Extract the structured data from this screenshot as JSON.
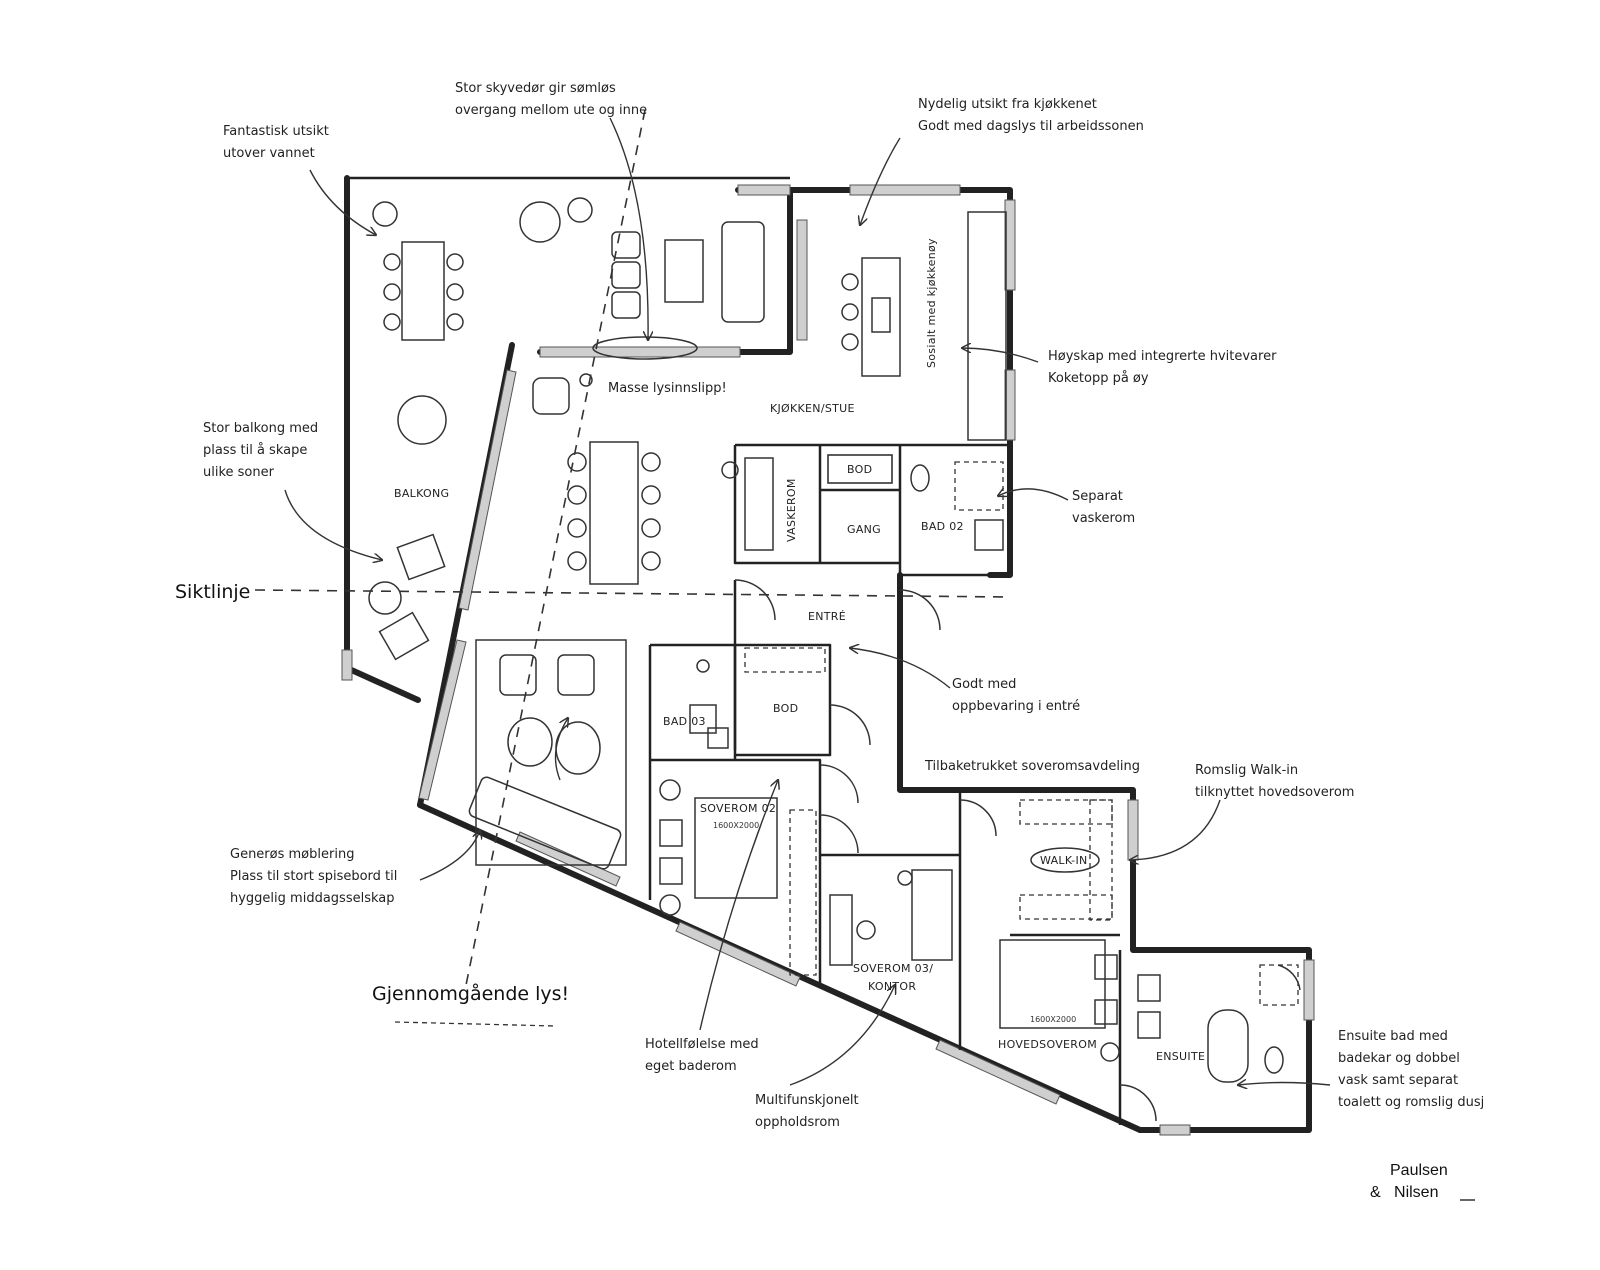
{
  "notes": {
    "fantastisk": [
      "Fantastisk utsikt",
      "utover vannet"
    ],
    "skyvedor": [
      "Stor skyvedør gir sømløs",
      "overgang mellom ute og inne"
    ],
    "nydelig": [
      "Nydelig utsikt fra kjøkkenet",
      "Godt med dagslys til arbeidssonen"
    ],
    "hoyskap": [
      "Høyskap med integrerte hvitevarer",
      "Koketopp på øy"
    ],
    "balkong": [
      "Stor balkong med",
      "plass til å skape",
      "ulike soner"
    ],
    "lysinnslipp": "Masse lysinnslipp!",
    "vaskerom": [
      "Separat",
      "vaskerom"
    ],
    "oppbevaring": [
      "Godt med",
      "oppbevaring i entré"
    ],
    "soveromsavdeling": "Tilbaketrukket soveromsavdeling",
    "walkin": [
      "Romslig Walk-in",
      "tilknyttet hovedsoverom"
    ],
    "moblering": [
      "Generøs møblering",
      "Plass til stort spisebord til",
      "hyggelig middagsselskap"
    ],
    "hotell": [
      "Hotellfølelse med",
      "eget baderom"
    ],
    "multi": [
      "Multifunskjonelt",
      "oppholdsrom"
    ],
    "ensuite": [
      "Ensuite bad med",
      "badekar og dobbel",
      "vask samt separat",
      "toalett og romslig dusj"
    ]
  },
  "labels": {
    "siktlinje": "Siktlinje",
    "gjennomgaende": "Gjennomgående lys!",
    "balkong": "BALKONG",
    "kjokken": "KJØKKEN/STUE",
    "kjokkenoy": "Sosialt med kjøkkenøy",
    "bod1": "BOD",
    "bod2": "BOD",
    "vaskerom": "VASKEROM",
    "gang": "GANG",
    "bad02": "BAD 02",
    "entre": "ENTRÉ",
    "bad03": "BAD 03",
    "soverom02": "SOVEROM 02",
    "bed02": "1600X2000",
    "soverom03a": "SOVEROM 03/",
    "soverom03b": "KONTOR",
    "walkin": "WALK-IN",
    "hovedsoverom": "HOVEDSOVEROM",
    "bedmain": "1600X2000",
    "ensuite": "ENSUITE"
  },
  "logo": {
    "line1": "Paulsen",
    "line2": "&   Nilsen"
  },
  "colors": {
    "ink": "#222222",
    "window": "#cfcfcf",
    "background": "#ffffff"
  }
}
